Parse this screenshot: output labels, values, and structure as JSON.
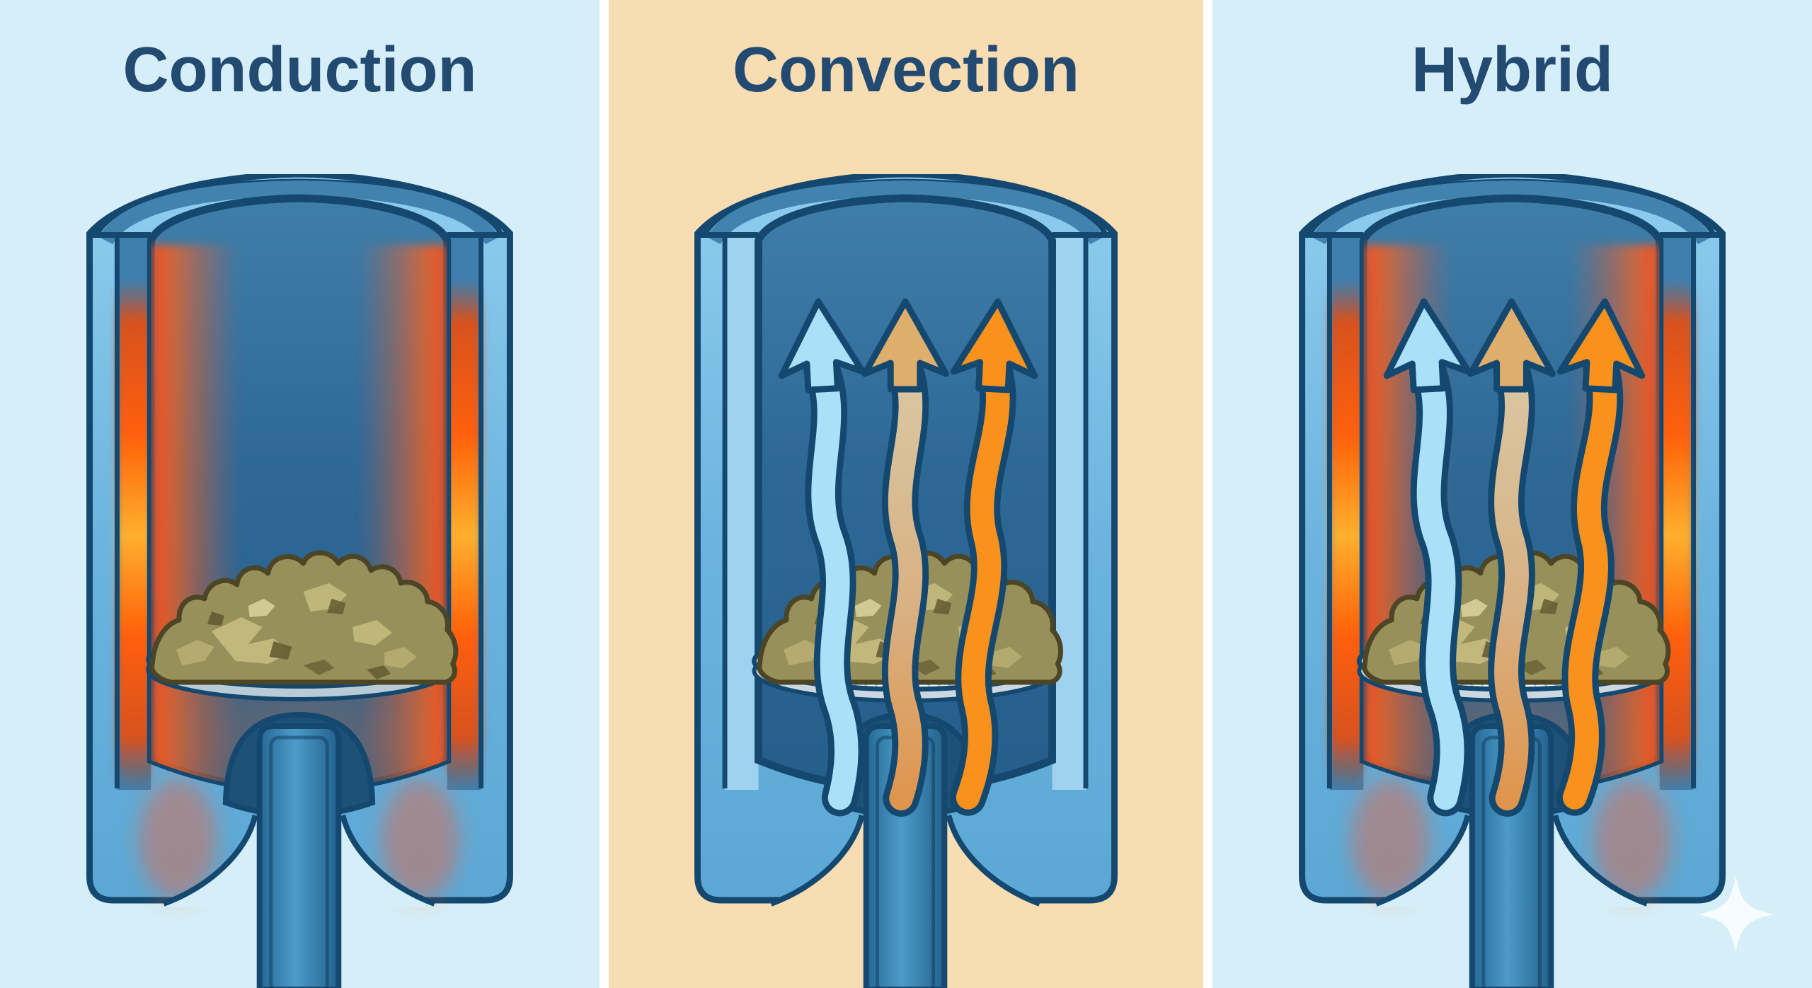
{
  "figure": {
    "type": "heating-method-comparison-diagram",
    "panel_count": 3
  },
  "panels": [
    {
      "id": "conduction",
      "title": "Conduction",
      "background_color": "#d5eef8",
      "heat_source": "heated-walls",
      "airflow_arrows": false,
      "herb_support": "solid-plate"
    },
    {
      "id": "convection",
      "title": "Convection",
      "background_color": "#f8dcb2",
      "heat_source": "hot-air-flow",
      "airflow_arrows": true,
      "herb_support": "mesh-screen"
    },
    {
      "id": "hybrid",
      "title": "Hybrid",
      "background_color": "#d5eef8",
      "heat_source": "heated-walls-and-hot-air",
      "airflow_arrows": true,
      "herb_support": "mesh-screen"
    }
  ],
  "colors": {
    "title_text": "#234b72",
    "outline_navy": "#14486f",
    "vessel_wall_blue": "#6cb4df",
    "wall_gap_blue": "#4282af",
    "wall_gap_light_blue": "#9ed2ee",
    "chamber_interior_blue": "#2e6996",
    "heat_glow_red": "#ff5f07",
    "heat_glow_orange": "#ffb02e",
    "herb_olive": "#97905a",
    "herb_light_fleck": "#c6bd7f",
    "plate_silver": "#e9f2f7",
    "arrow_cool_blue": "#a8e1f8",
    "arrow_warm_tan": "#d8b183",
    "arrow_hot_orange": "#f8921d",
    "divider_white": "#ffffff",
    "sparkle_white": "#fafdff"
  },
  "icons": {
    "airflow_cool": "wavy-up-arrow",
    "airflow_warm": "wavy-up-arrow",
    "airflow_hot": "wavy-up-arrow",
    "sparkle": "four-point-star"
  }
}
